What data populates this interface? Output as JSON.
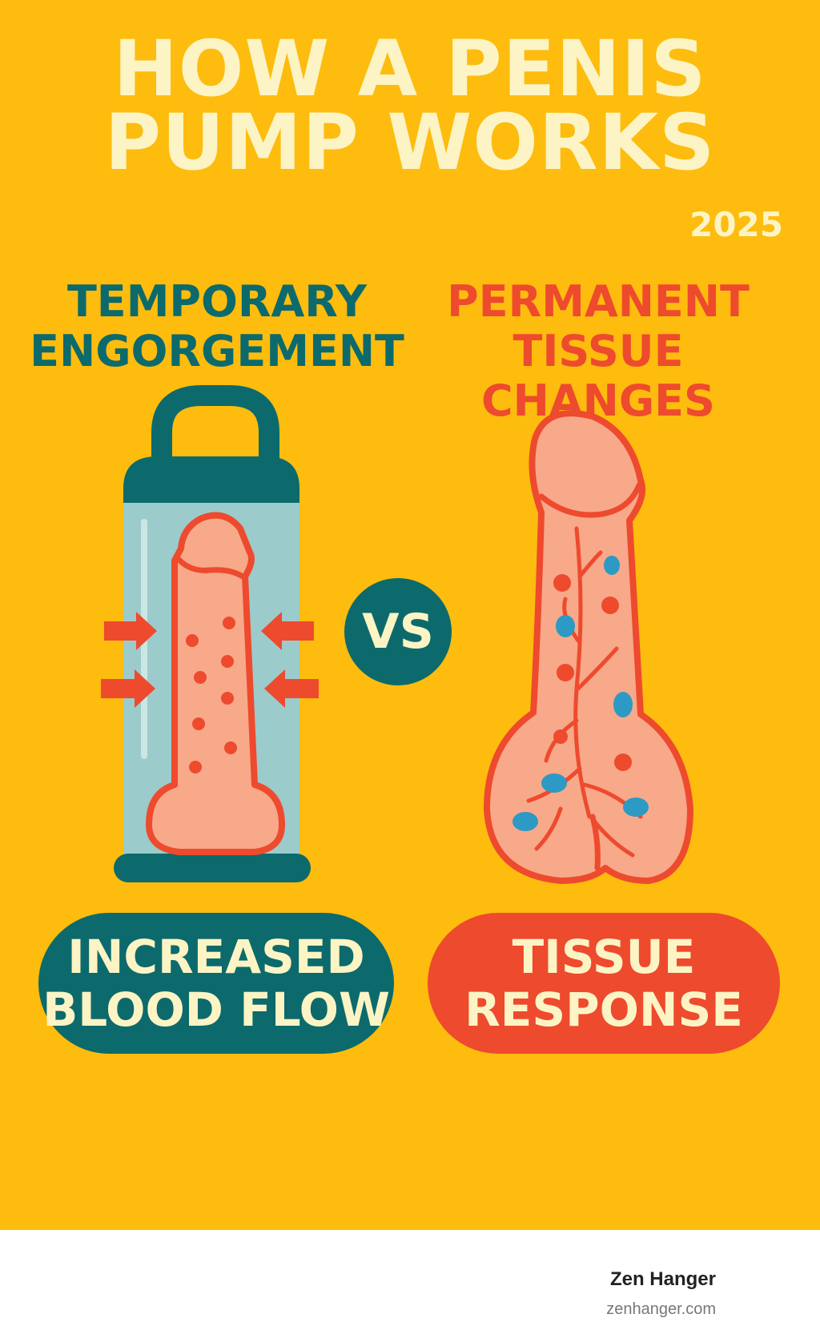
{
  "title_line1": "HOW A PENIS",
  "title_line2": "PUMP WORKS",
  "year": "2025",
  "left": {
    "label_line1": "TEMPORARY",
    "label_line2": "ENGORGEMENT",
    "pill_line1": "INCREASED",
    "pill_line2": "BLOOD FLOW"
  },
  "vs": "VS",
  "right": {
    "label_line1": "PERMANENT",
    "label_line2": "TISSUE CHANGES",
    "pill_line1": "TISSUE",
    "pill_line2": "RESPONSE"
  },
  "footer": {
    "brand": "Zen Hanger",
    "site": "zenhanger.com"
  },
  "colors": {
    "background": "#FDBC0E",
    "teal": "#0C6A6C",
    "red": "#EE4A2E",
    "cream": "#FCF4C4",
    "skin": "#F7A98A",
    "cylinder": "#9CCBCB",
    "blue_spot": "#2C9AC4"
  },
  "icons": [
    "pump-cylinder-icon",
    "pressure-arrow-icon",
    "anatomy-illustration-icon"
  ]
}
